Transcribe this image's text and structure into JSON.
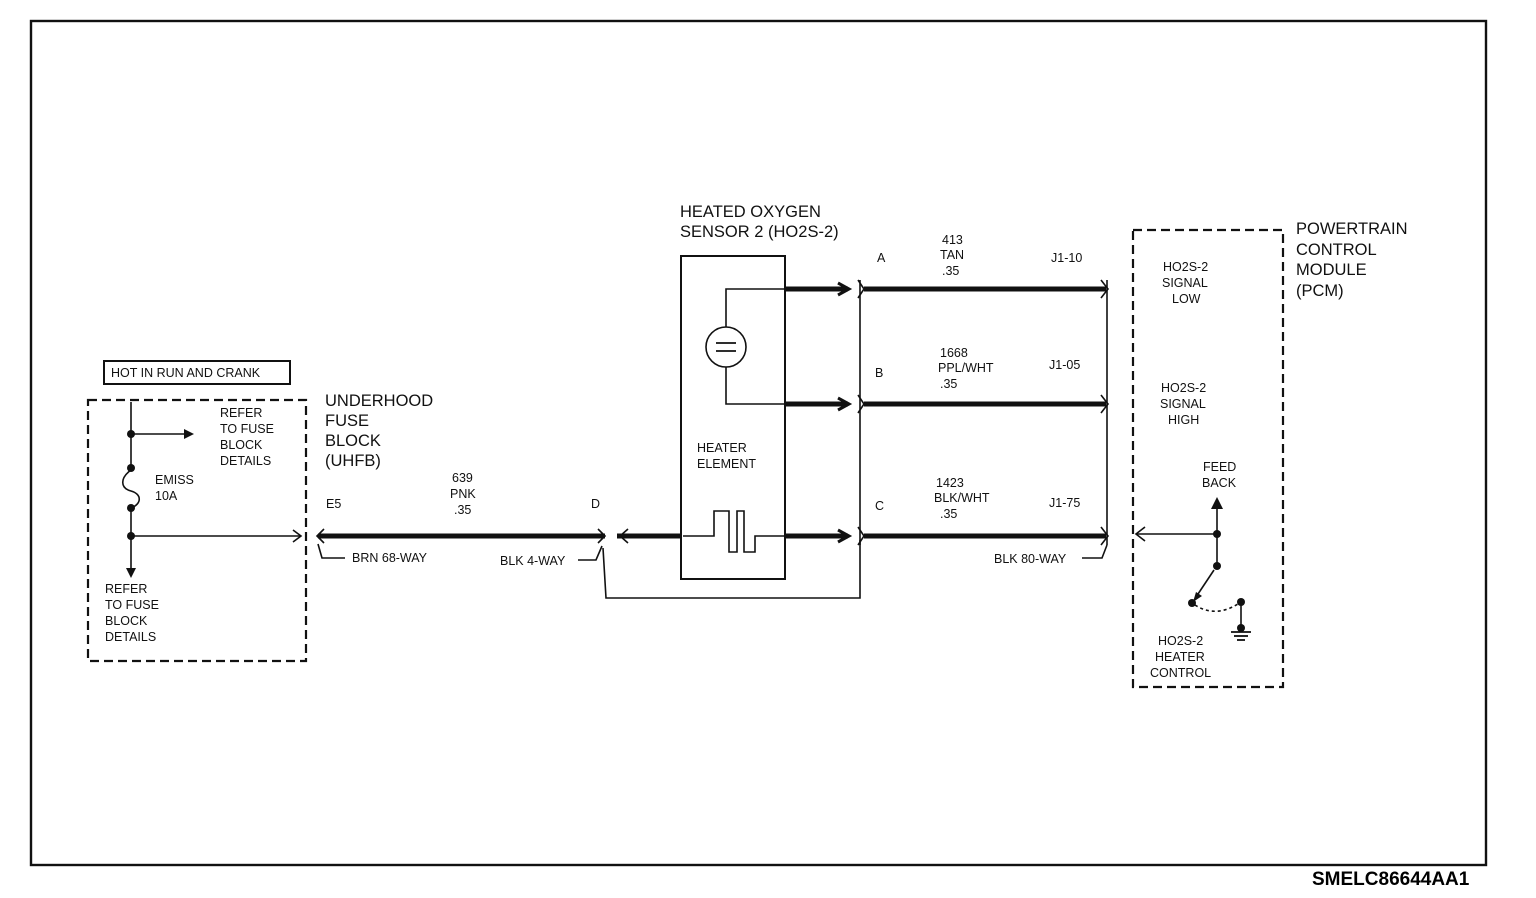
{
  "diagram_id": "SMELC86644AA1",
  "hot_label": "HOT IN RUN AND CRANK",
  "uhfb": {
    "title": [
      "UNDERHOOD",
      "FUSE",
      "BLOCK",
      "(UHFB)"
    ],
    "refer_top": [
      "REFER",
      "TO FUSE",
      "BLOCK",
      "DETAILS"
    ],
    "refer_bottom": [
      "REFER",
      "TO FUSE",
      "BLOCK",
      "DETAILS"
    ],
    "fuse": [
      "EMISS",
      "10A"
    ],
    "terminal": "E5",
    "connector": "BRN 68-WAY"
  },
  "wire_639": {
    "circuit": "639",
    "color": "PNK",
    "gauge": ".35"
  },
  "sensor_connector": {
    "terminal": "D",
    "connector": "BLK 4-WAY"
  },
  "sensor": {
    "title": [
      "HEATED OXYGEN",
      "SENSOR 2 (HO2S-2)"
    ],
    "heater": [
      "HEATER",
      "ELEMENT"
    ]
  },
  "wires": [
    {
      "pin": "A",
      "circuit": "413",
      "color": "TAN",
      "gauge": ".35",
      "pcm_pin": "J1-10"
    },
    {
      "pin": "B",
      "circuit": "1668",
      "color": "PPL/WHT",
      "gauge": ".35",
      "pcm_pin": "J1-05"
    },
    {
      "pin": "C",
      "circuit": "1423",
      "color": "BLK/WHT",
      "gauge": ".35",
      "pcm_pin": "J1-75"
    }
  ],
  "pcm": {
    "title": [
      "POWERTRAIN",
      "CONTROL",
      "MODULE",
      "(PCM)"
    ],
    "connector": "BLK 80-WAY",
    "signal_low": [
      "HO2S-2",
      "SIGNAL",
      "LOW"
    ],
    "signal_high": [
      "HO2S-2",
      "SIGNAL",
      "HIGH"
    ],
    "feedback": [
      "FEED",
      "BACK"
    ],
    "heater_control": [
      "HO2S-2",
      "HEATER",
      "CONTROL"
    ]
  }
}
